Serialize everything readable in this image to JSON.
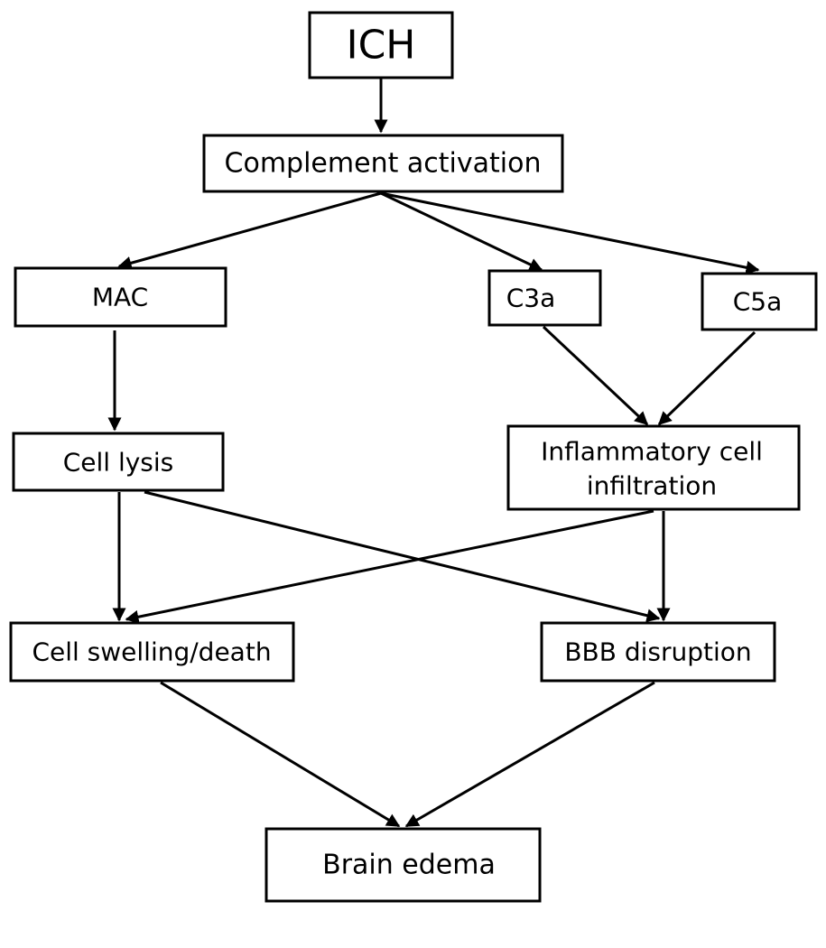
{
  "nodes": {
    "ich": "ICH",
    "complement": "Complement activation",
    "mac": "MAC",
    "c3a": "C3a",
    "c5a": "C5a",
    "lysis": "Cell lysis",
    "inflam_line1": "Inflammatory cell",
    "inflam_line2": "infiltration",
    "swelling": "Cell swelling/death",
    "bbb": "BBB disruption",
    "edema": "Brain edema"
  },
  "edges": [
    {
      "from": "ich",
      "to": "complement"
    },
    {
      "from": "complement",
      "to": "mac"
    },
    {
      "from": "complement",
      "to": "c3a"
    },
    {
      "from": "complement",
      "to": "c5a"
    },
    {
      "from": "mac",
      "to": "lysis"
    },
    {
      "from": "c3a",
      "to": "inflammatory-cell-infiltration"
    },
    {
      "from": "c5a",
      "to": "inflammatory-cell-infiltration"
    },
    {
      "from": "lysis",
      "to": "swelling"
    },
    {
      "from": "lysis",
      "to": "bbb"
    },
    {
      "from": "inflammatory-cell-infiltration",
      "to": "swelling"
    },
    {
      "from": "inflammatory-cell-infiltration",
      "to": "bbb"
    },
    {
      "from": "swelling",
      "to": "edema"
    },
    {
      "from": "bbb",
      "to": "edema"
    }
  ]
}
